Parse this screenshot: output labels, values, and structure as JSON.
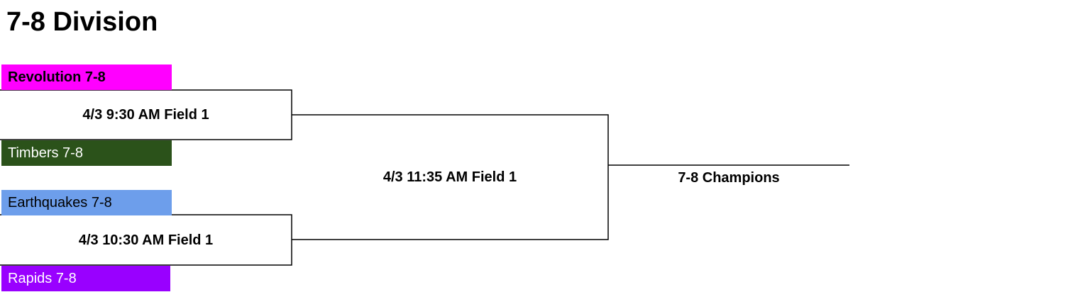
{
  "title": "7-8 Division",
  "teams": [
    {
      "name": "Revolution 7-8",
      "color": "#ff00ff",
      "text_color": "#000000",
      "bold": true
    },
    {
      "name": "Timbers 7-8",
      "color": "#2b521a",
      "text_color": "#ffffff",
      "bold": false
    },
    {
      "name": "Earthquakes 7-8",
      "color": "#6d9eeb",
      "text_color": "#000000",
      "bold": false
    },
    {
      "name": "Rapids 7-8",
      "color": "#9900ff",
      "text_color": "#ffffff",
      "bold": false
    }
  ],
  "games": {
    "semi1": "4/3 9:30 AM Field 1",
    "semi2": "4/3 10:30 AM Field 1",
    "final": "4/3 11:35 AM Field 1"
  },
  "champion_label": "7-8 Champions"
}
